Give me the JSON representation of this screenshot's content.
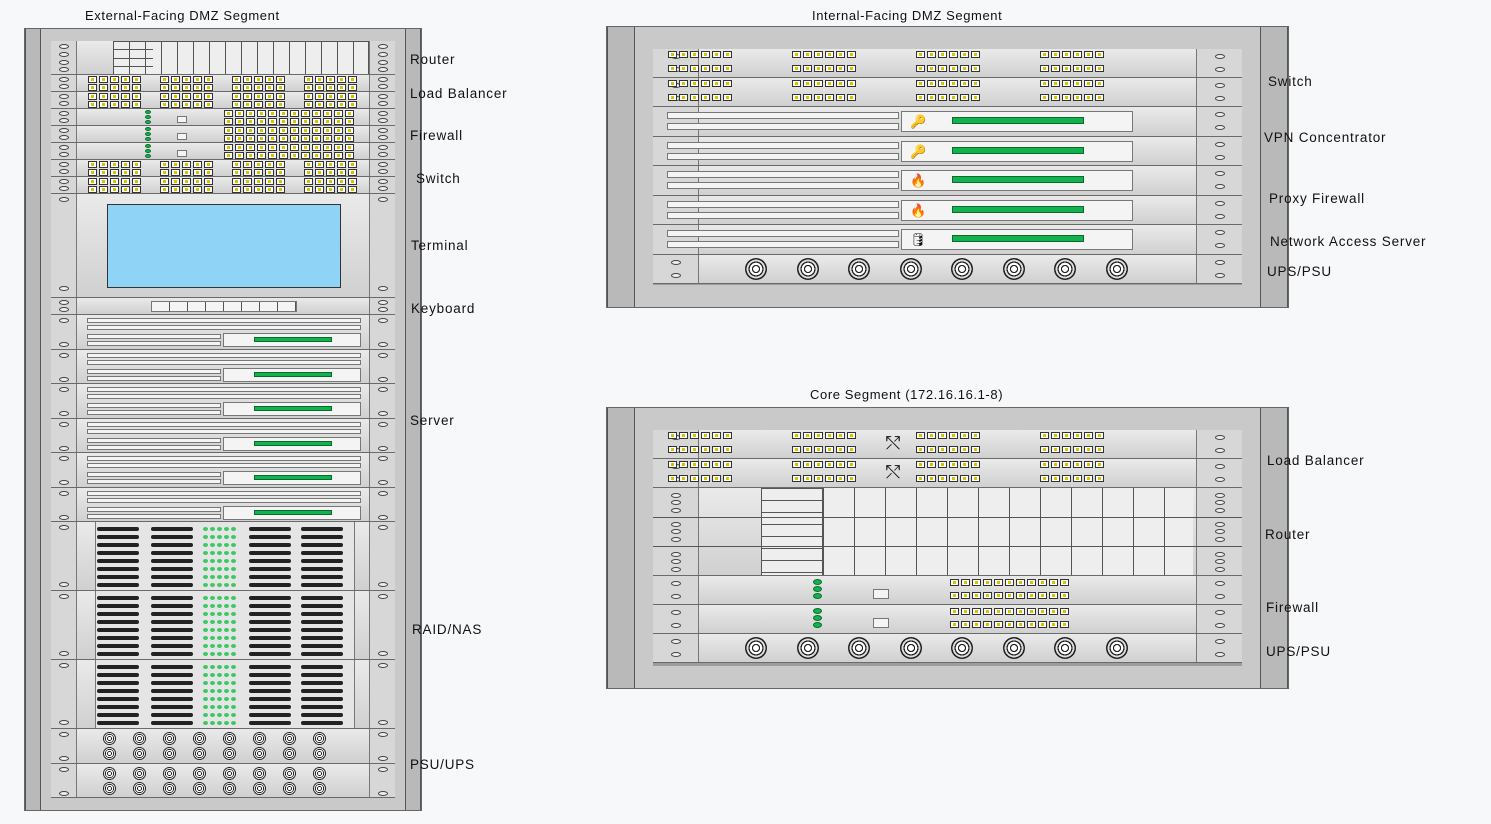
{
  "titles": {
    "external": "External-Facing DMZ Segment",
    "internal": "Internal-Facing DMZ Segment",
    "core": "Core Segment (172.16.16.1-8)"
  },
  "external_labels": {
    "router": "Router",
    "load_balancer": "Load Balancer",
    "firewall": "Firewall",
    "switch": "Switch",
    "terminal": "Terminal",
    "keyboard": "Keyboard",
    "server": "Server",
    "raid": "RAID/NAS",
    "psu": "PSU/UPS"
  },
  "internal_labels": {
    "switch": "Switch",
    "vpn": "VPN Concentrator",
    "proxy": "Proxy Firewall",
    "nas": "Network Access Server",
    "ups": "UPS/PSU"
  },
  "core_labels": {
    "load_balancer": "Load Balancer",
    "router": "Router",
    "firewall": "Firewall",
    "ups": "UPS/PSU"
  },
  "colors": {
    "led_green": "#12b34f",
    "screen_blue": "#8fd3f7",
    "port_yellow": "#d4c400",
    "rack_grey": "#c9c9c9"
  }
}
